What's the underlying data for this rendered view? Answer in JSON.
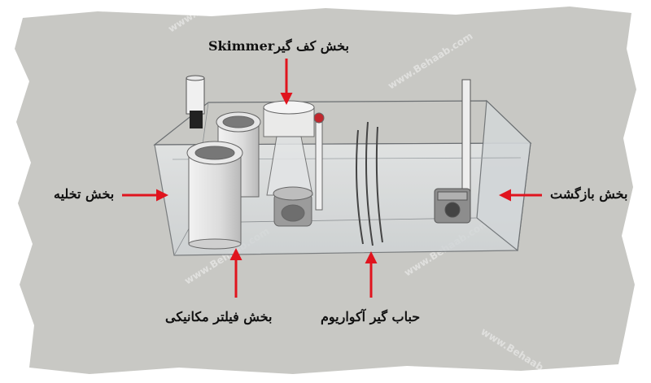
{
  "labels": {
    "skimmer": "بخش کف گیرSkimmer",
    "drain": "بخش تخلیه",
    "return": "بخش بازگشت",
    "mechanical_filter": "بخش فیلتر مکانیکی",
    "bubble_trap": "حباب گیر آکواریوم"
  },
  "watermark": "www.Behaab.com",
  "colors": {
    "background_blob": "#c8c8c4",
    "arrow": "#e0141e",
    "glass": "#d7dadc",
    "outline": "#6b6f72"
  },
  "icons": {
    "arrow": "red-arrow-icon",
    "pump": "return-pump-icon",
    "skimmer": "protein-skimmer-icon",
    "filter_sock": "filter-sock-icon",
    "baffle": "bubble-trap-baffle-icon"
  }
}
